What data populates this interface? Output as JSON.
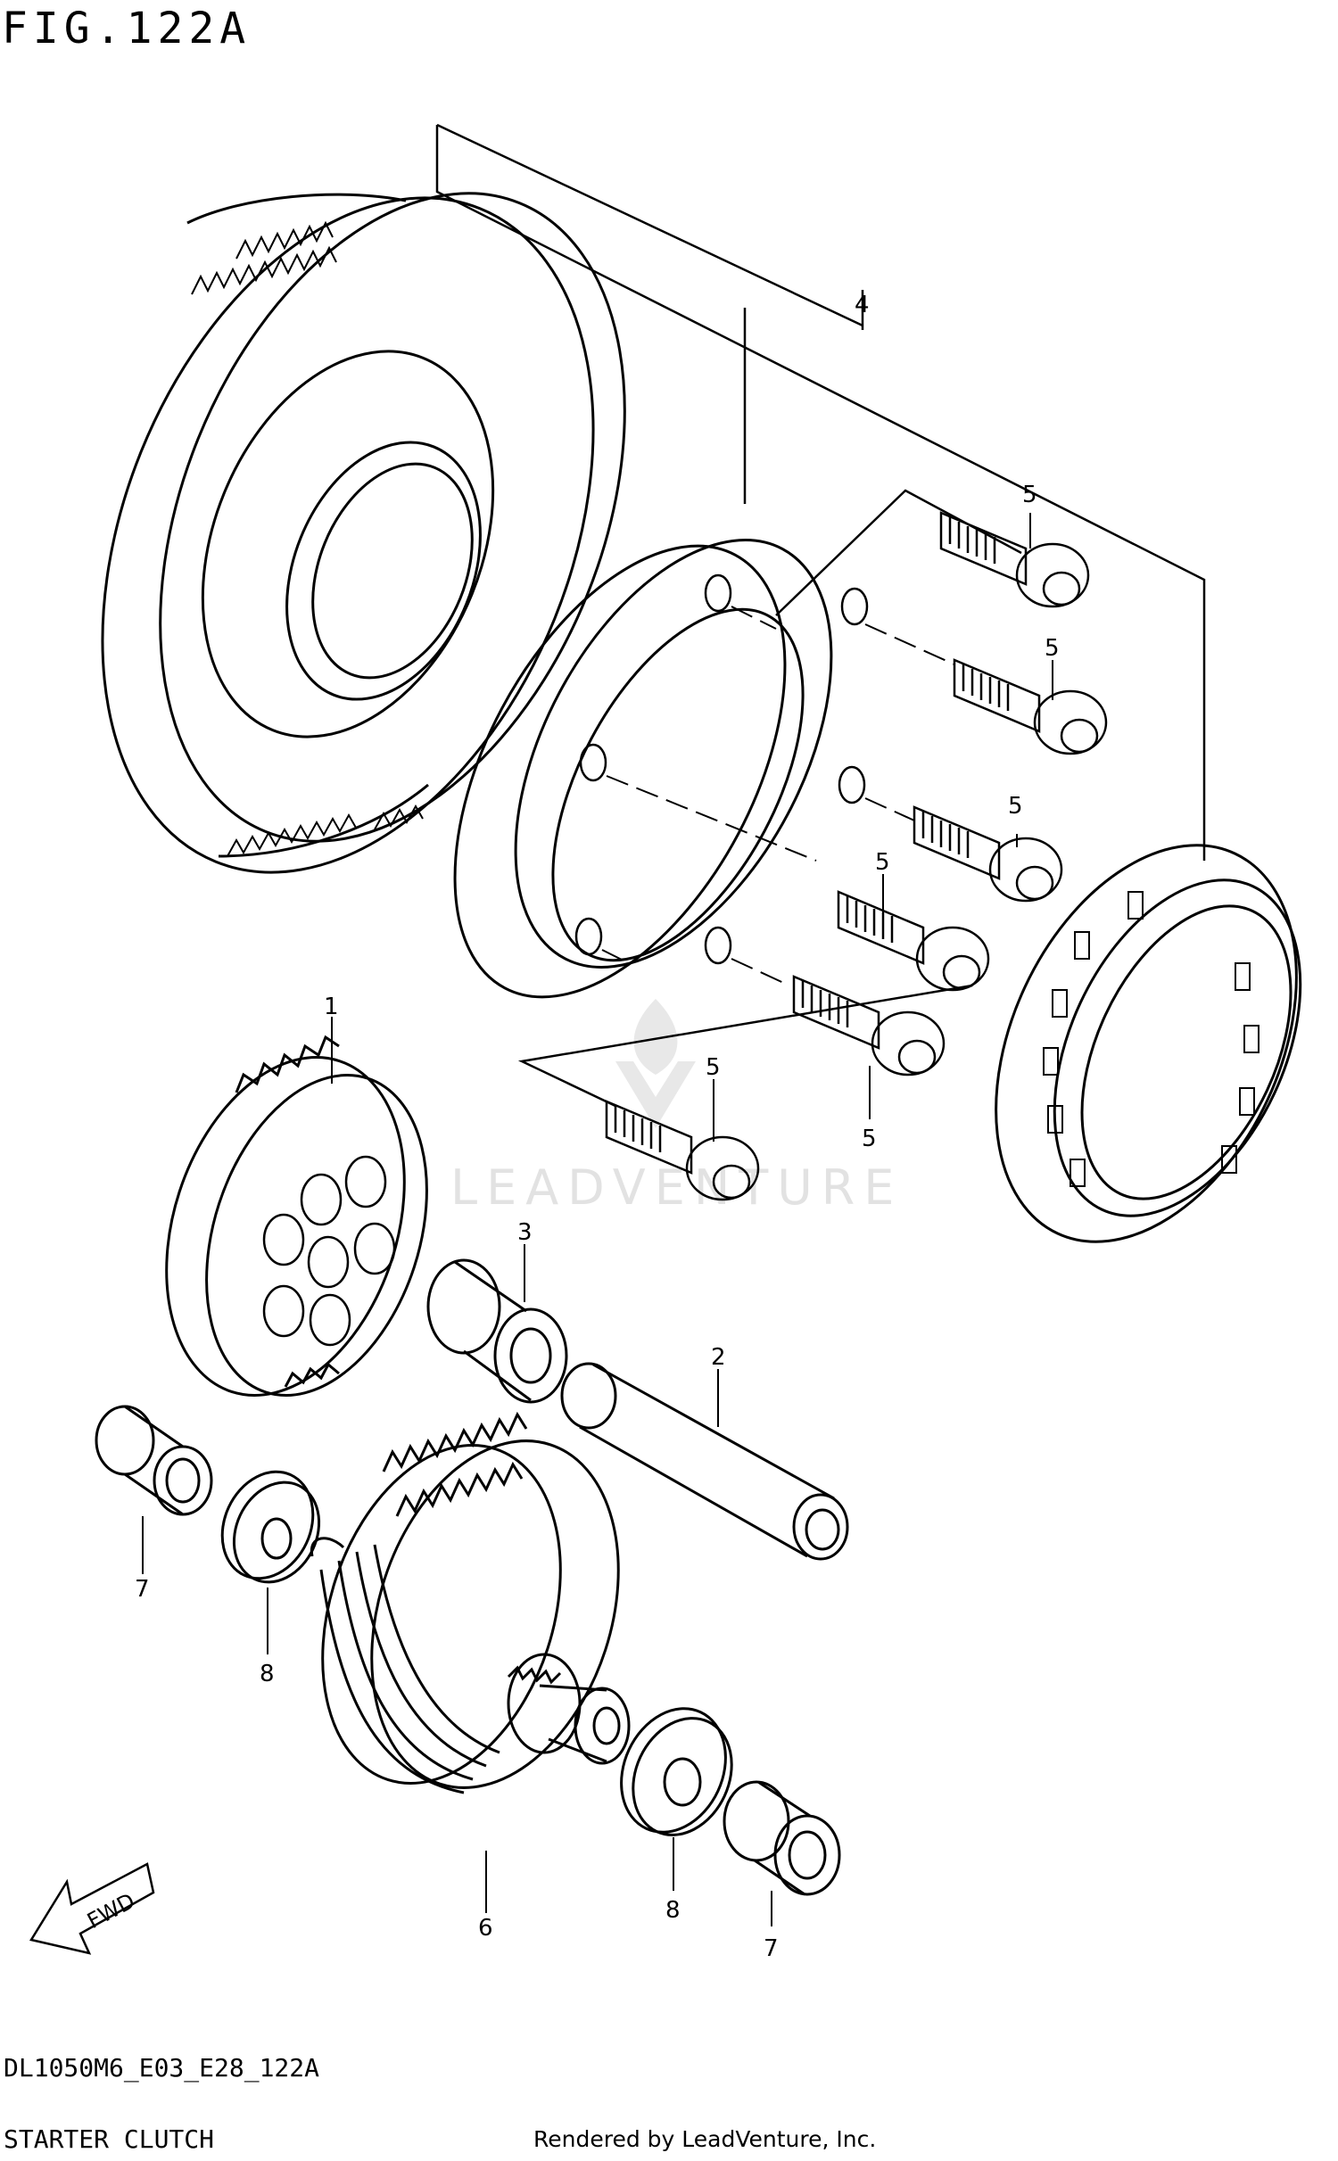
{
  "figure": {
    "title": "FIG.122A",
    "model_code": "DL1050M6_E03_E28_122A",
    "section_name": "STARTER CLUTCH",
    "rendered_by": "Rendered by LeadVenture, Inc.",
    "watermark": "LEADVENTURE",
    "fwd_label": "FWD"
  },
  "callouts": {
    "c1": "1",
    "c2": "2",
    "c3": "3",
    "c4": "4",
    "c5a": "5",
    "c5b": "5",
    "c5c": "5",
    "c5d": "5",
    "c5e": "5",
    "c5f": "5",
    "c6": "6",
    "c7a": "7",
    "c7b": "7",
    "c8a": "8",
    "c8b": "8"
  },
  "colors": {
    "line": "#000000",
    "background": "#ffffff",
    "watermark": "#e2e2e2"
  }
}
